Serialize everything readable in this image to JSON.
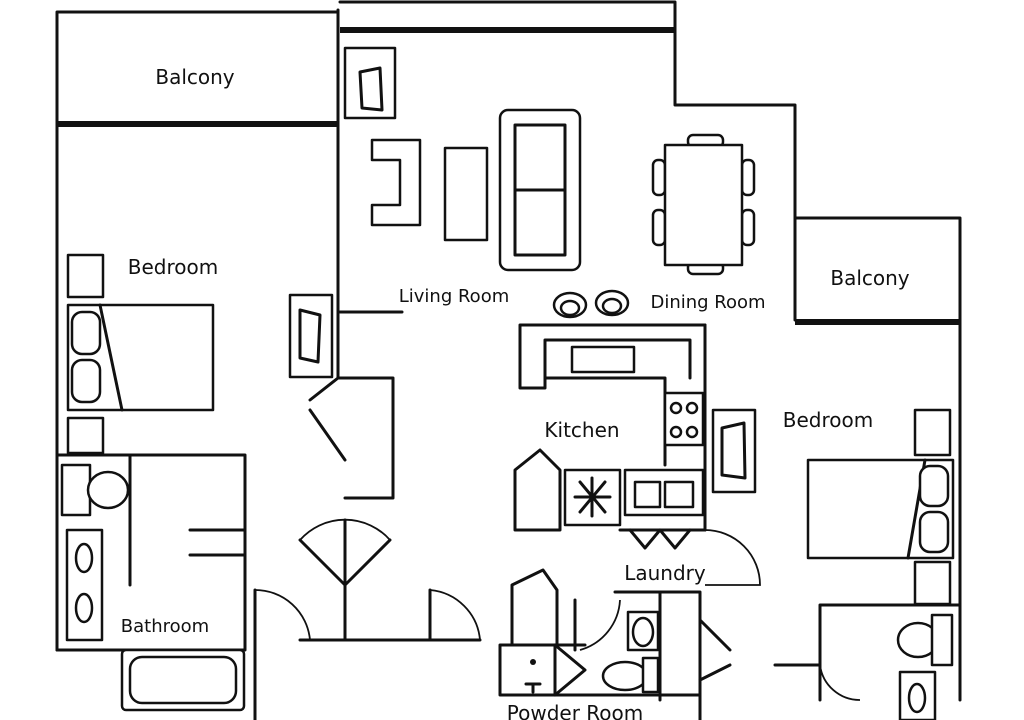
{
  "title": "Apartment floor plan",
  "rooms": {
    "balcony_left": "Balcony",
    "bedroom_left": "Bedroom",
    "living_room": "Living Room",
    "dining_room": "Dining Room",
    "balcony_right": "Balcony",
    "kitchen": "Kitchen",
    "bedroom_right": "Bedroom",
    "laundry": "Laundry",
    "bathroom": "Bathroom",
    "powder_room": "Powder Room"
  }
}
